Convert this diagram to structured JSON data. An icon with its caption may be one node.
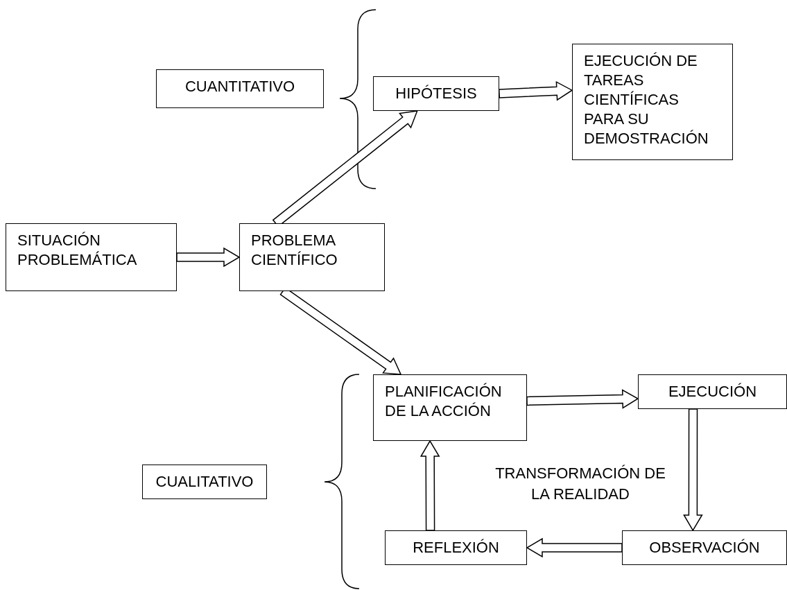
{
  "diagram": {
    "nodes": [
      {
        "text": [
          "CUANTITATIVO"
        ]
      },
      {
        "text": [
          "HIPÓTESIS"
        ]
      },
      {
        "text": [
          "EJECUCIÓN DE TAREAS CIENTÍFICAS PARA SU DEMOSTRACIÓN"
        ]
      },
      {
        "text": [
          "SITUACIÓN PROBLEMÁTICA"
        ]
      },
      {
        "text": [
          "PROBLEMA CIENTÍFICO"
        ]
      },
      {
        "text": [
          "PLANIFICACIÓN DE LA ACCIÓN"
        ]
      },
      {
        "text": [
          "EJECUCIÓN"
        ]
      },
      {
        "text": [
          "CUALITATIVO"
        ]
      },
      {
        "text": [
          "REFLEXIÓN"
        ]
      },
      {
        "text": [
          "OBSERVACIÓN"
        ]
      }
    ],
    "edges": [
      {
        "from": 3,
        "to": 4,
        "arrow": "to"
      },
      {
        "from": 4,
        "to": 1,
        "arrow": "to"
      },
      {
        "from": 1,
        "to": 2,
        "arrow": "to"
      },
      {
        "from": 4,
        "to": 5,
        "arrow": "to"
      },
      {
        "from": 5,
        "to": 6,
        "arrow": "to"
      },
      {
        "from": 6,
        "to": 9,
        "arrow": "to"
      },
      {
        "from": 9,
        "to": 8,
        "arrow": "to"
      },
      {
        "from": 8,
        "to": 5,
        "arrow": "to"
      }
    ],
    "labels": [
      "TRANSFORMACIÓN DE LA REALIDAD"
    ]
  }
}
